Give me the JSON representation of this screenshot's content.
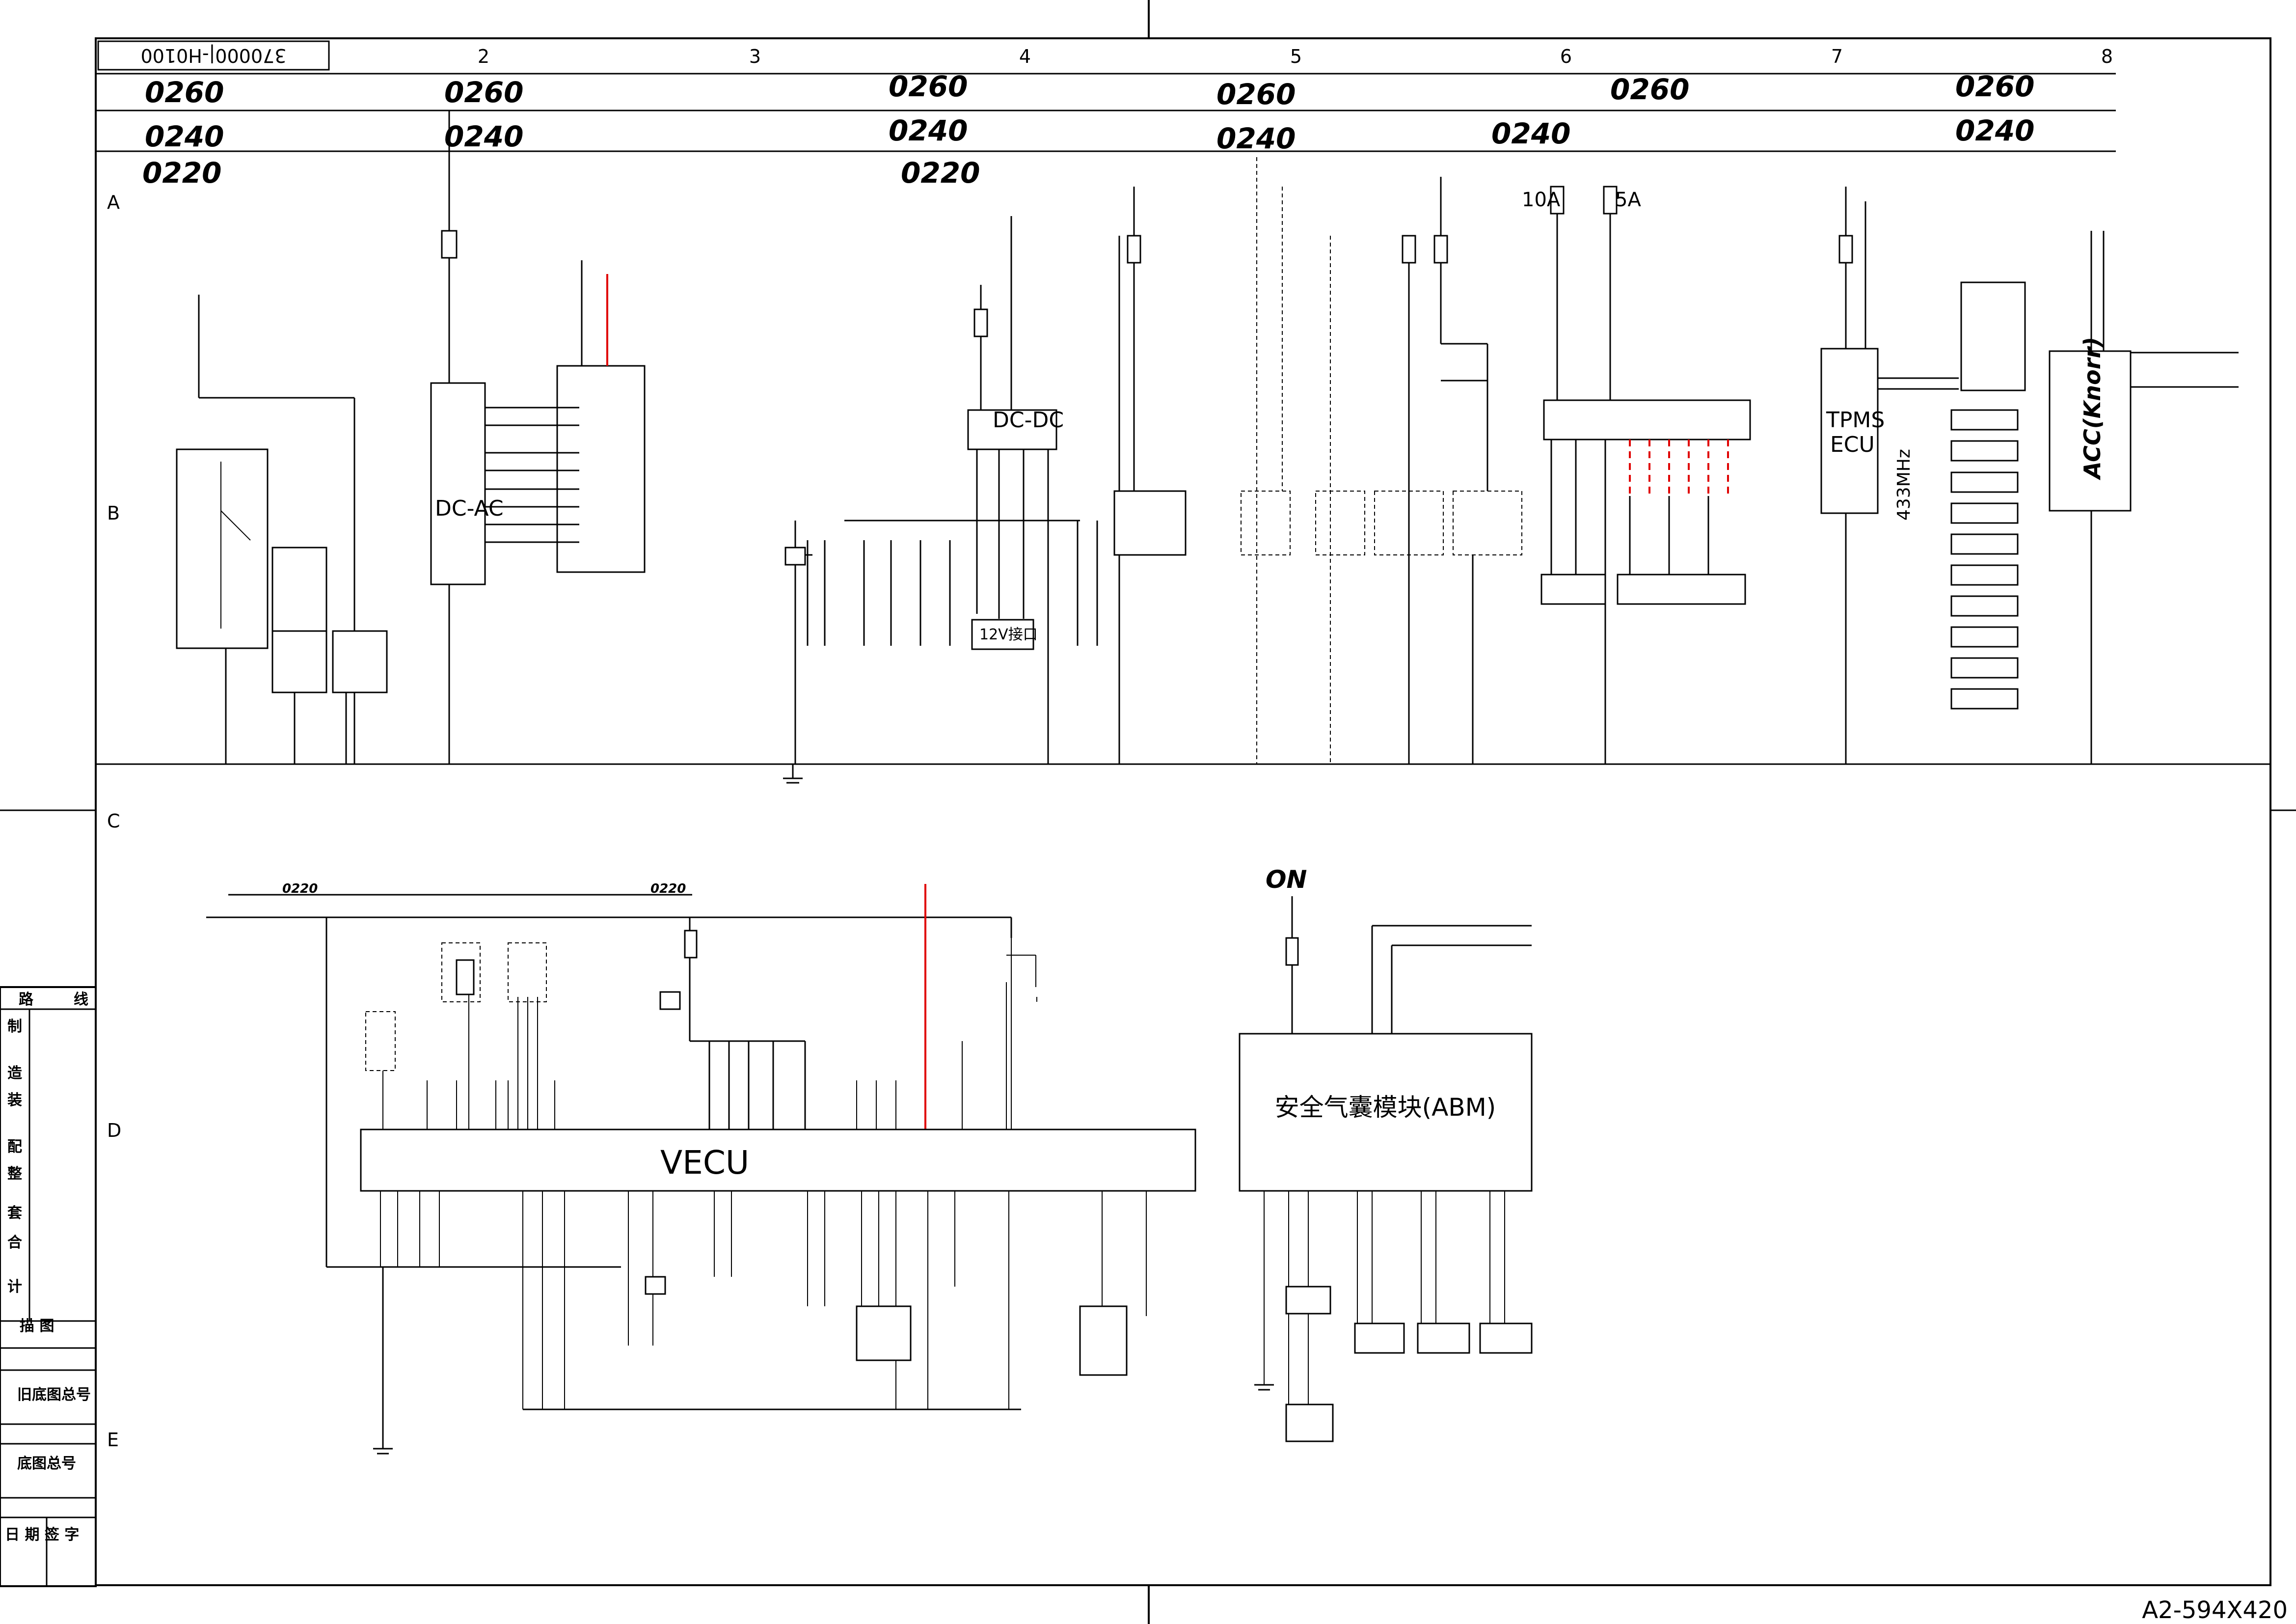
{
  "sheet": {
    "drawing_number": "370000|-H0100",
    "size_note": "A2-594X420"
  },
  "columns": [
    "2",
    "3",
    "4",
    "5",
    "6",
    "7",
    "8"
  ],
  "rows": [
    "A",
    "B",
    "C",
    "D",
    "E"
  ],
  "wire_sizes": {
    "row1": [
      "0260",
      "0260",
      "0260",
      "0260",
      "0260",
      "0260"
    ],
    "row2": [
      "0240",
      "0240",
      "0240",
      "0240",
      "0240",
      "0240"
    ],
    "row3": [
      "0220",
      "0220"
    ],
    "lower": [
      "0220",
      "0220"
    ]
  },
  "modules": {
    "vecu": "VECU",
    "tpms": "TPMS",
    "tpms_ecu": "ECU",
    "acc": "ACC(Knorr)",
    "dc_ac": "DC-AC",
    "dc_dc": "DC-DC",
    "abm": "安全气囊模块(ABM)",
    "on_label": "ON",
    "frequency": "433MHz",
    "port_12v": "12V接口"
  },
  "sidebar": {
    "r1": "路",
    "r1b": "线",
    "r2": "制",
    "r3": "造",
    "r4": "装",
    "r5": "配",
    "r6": "整",
    "r7": "套",
    "r8": "合",
    "r9": "计",
    "r10": "描    图",
    "r11": "旧底图总号",
    "r12": "底图总号",
    "r13": "日 期 签 字"
  },
  "fuses": {
    "f10a": "10A",
    "f5a": "5A"
  },
  "colors": {
    "highlight_wire": "#e00000",
    "line": "#000000"
  }
}
